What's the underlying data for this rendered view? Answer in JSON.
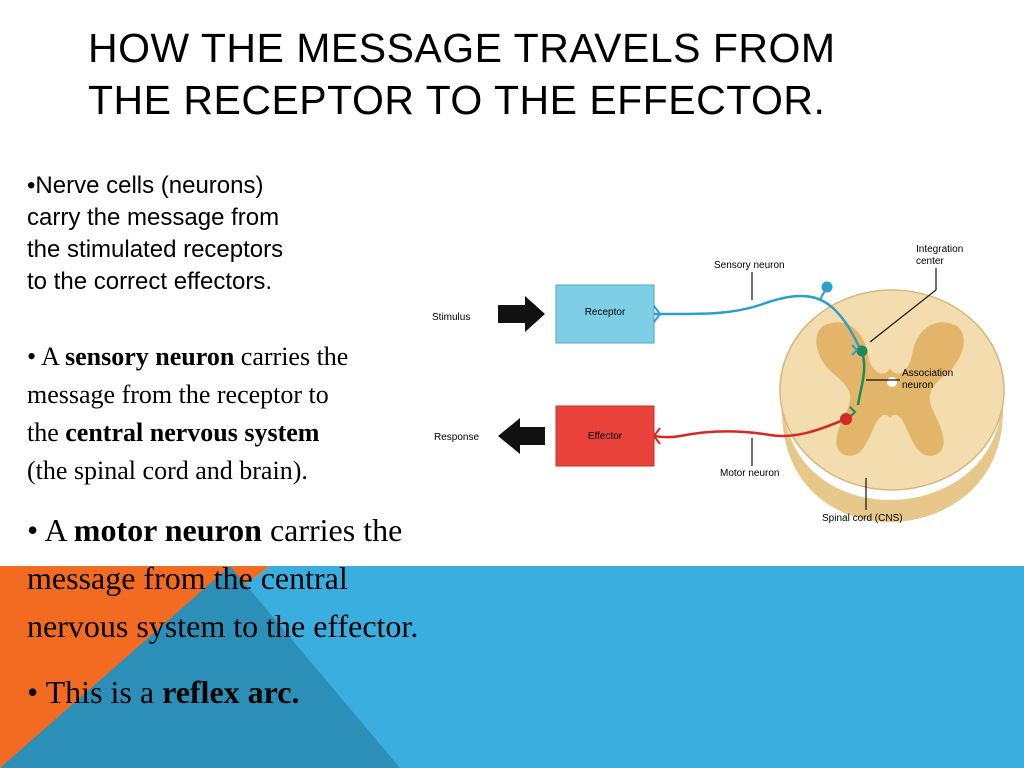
{
  "title": {
    "line1": "HOW THE MESSAGE TRAVELS FROM",
    "line2": "THE RECEPTOR TO THE EFFECTOR."
  },
  "bullet1": {
    "line1": "•Nerve cells (neurons)",
    "line2": "carry the message from",
    "line3": "the stimulated receptors",
    "line4": "to the correct effectors."
  },
  "bullet2": {
    "prefix": "•  A ",
    "term": "sensory neuron",
    "after": " carries the",
    "line2": "message from the receptor to",
    "line3_prefix": "the ",
    "line3_term": "central nervous system",
    "line4": "(the spinal cord and brain)."
  },
  "bullet3": {
    "prefix": "•  A ",
    "term": "motor neuron",
    "after": " carries the",
    "line2": "message from the central",
    "line3": "nervous system to the effector."
  },
  "bullet4": {
    "prefix": "•  This is a ",
    "term": "reflex arc."
  },
  "diagram": {
    "labels": {
      "stimulus": "Stimulus",
      "response": "Response",
      "receptor": "Receptor",
      "effector": "Effector",
      "sensory_neuron": "Sensory neuron",
      "motor_neuron": "Motor neuron",
      "integration_center_1": "Integration",
      "integration_center_2": "center",
      "association_neuron_1": "Association",
      "association_neuron_2": "neuron",
      "spinal_cord": "Spinal cord (CNS)"
    },
    "colors": {
      "receptor_fill": "#7ecfe6",
      "effector_fill": "#e8423a",
      "sensory_neuron": "#2a9fc9",
      "motor_neuron": "#d42a22",
      "association_neuron": "#1e8a5a",
      "spinal_cord_outer": "#f3dcae",
      "spinal_cord_inner": "#e2b56a"
    }
  },
  "background": {
    "orange": "#f26b21",
    "blue": "#3aaede",
    "dark_blue": "#2c8fb8"
  }
}
